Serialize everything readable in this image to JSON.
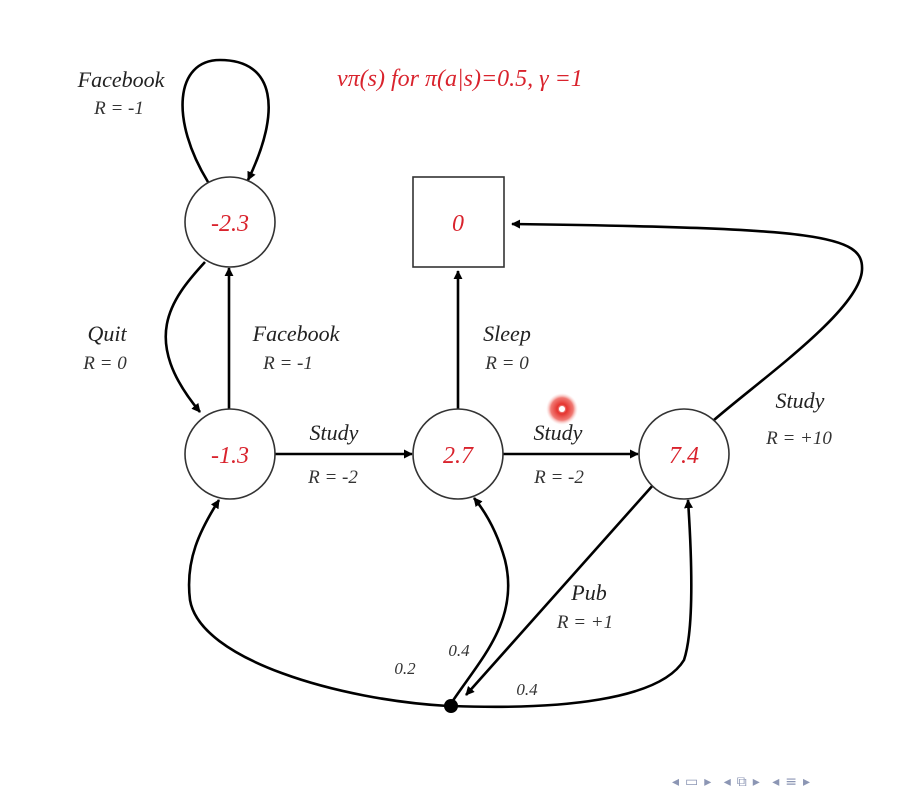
{
  "title": "vπ(s) for π(a|s)=0.5, γ =1",
  "colors": {
    "value": "#d9232d",
    "edge": "#000000",
    "nav": "#8c96b4",
    "cursor": "#e5332e"
  },
  "states": {
    "facebook": "-2.3",
    "class1": "-1.3",
    "class2": "2.7",
    "class3": "7.4",
    "sleep": "0"
  },
  "actions": {
    "facebook_loop": {
      "name": "Facebook",
      "reward": "R = -1"
    },
    "quit": {
      "name": "Quit",
      "reward": "R = 0"
    },
    "facebook": {
      "name": "Facebook",
      "reward": "R = -1"
    },
    "study1": {
      "name": "Study",
      "reward": "R = -2"
    },
    "sleep": {
      "name": "Sleep",
      "reward": "R = 0"
    },
    "study2": {
      "name": "Study",
      "reward": "R = -2"
    },
    "study3": {
      "name": "Study",
      "reward": "R = +10"
    },
    "pub": {
      "name": "Pub",
      "reward": "R = +1"
    }
  },
  "probabilities": {
    "to_class1": "0.2",
    "to_class2": "0.4",
    "to_class3": "0.4"
  },
  "nav_icons": [
    "triangle-left-icon",
    "frame-icon",
    "triangle-right-icon",
    "triangle-left-icon",
    "subsection-icon",
    "triangle-right-icon",
    "triangle-left-icon",
    "section-icon",
    "triangle-right-icon"
  ]
}
